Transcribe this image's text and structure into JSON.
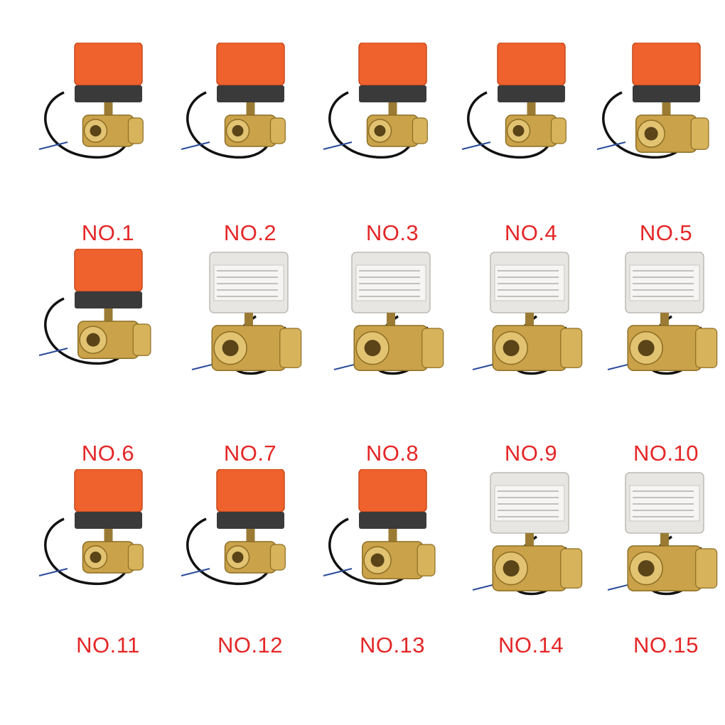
{
  "accent_color": "#e52626",
  "colors": {
    "orange_actuator": "#f0622d",
    "grey_actuator": "#e8e6e3",
    "actuator_base": "#3a3a3a",
    "brass": "#c9a24a",
    "cable": "#111111"
  },
  "products": [
    {
      "label": "NO.1",
      "actuator": "orange",
      "valve": "small"
    },
    {
      "label": "NO.2",
      "actuator": "orange",
      "valve": "small"
    },
    {
      "label": "NO.3",
      "actuator": "orange",
      "valve": "small"
    },
    {
      "label": "NO.4",
      "actuator": "orange",
      "valve": "small"
    },
    {
      "label": "NO.5",
      "actuator": "orange",
      "valve": "medium"
    },
    {
      "label": "NO.6",
      "actuator": "orange",
      "valve": "medium"
    },
    {
      "label": "NO.7",
      "actuator": "grey",
      "valve": "large"
    },
    {
      "label": "NO.8",
      "actuator": "grey",
      "valve": "large"
    },
    {
      "label": "NO.9",
      "actuator": "grey",
      "valve": "large"
    },
    {
      "label": "NO.10",
      "actuator": "grey",
      "valve": "large"
    },
    {
      "label": "NO.11",
      "actuator": "orange",
      "valve": "small"
    },
    {
      "label": "NO.12",
      "actuator": "orange",
      "valve": "small"
    },
    {
      "label": "NO.13",
      "actuator": "orange",
      "valve": "medium"
    },
    {
      "label": "NO.14",
      "actuator": "grey",
      "valve": "large"
    },
    {
      "label": "NO.15",
      "actuator": "grey",
      "valve": "large"
    }
  ]
}
